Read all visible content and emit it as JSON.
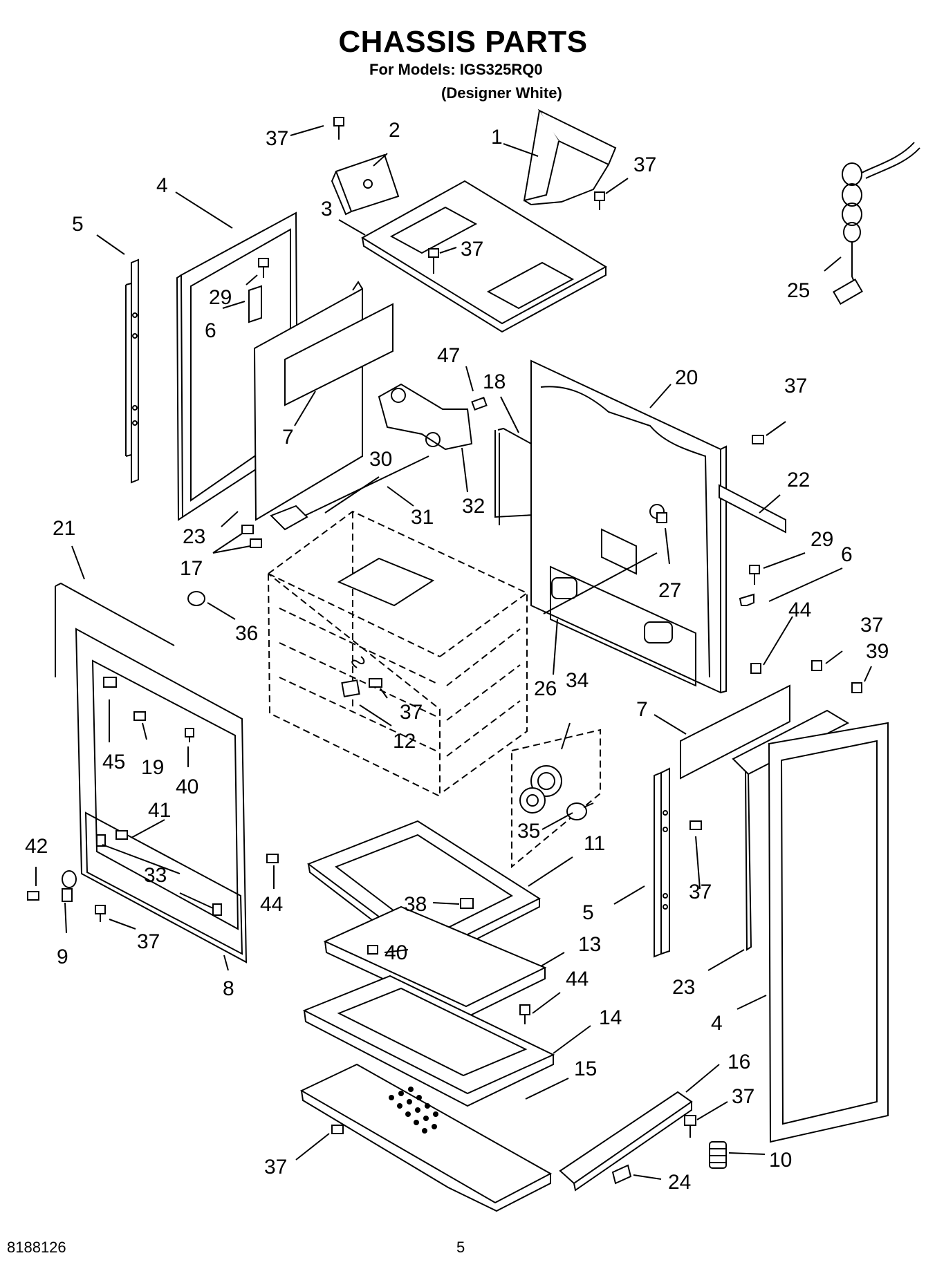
{
  "header": {
    "title": "CHASSIS PARTS",
    "models_line": "For Models: IGS325RQ0",
    "color_line": "(Designer White)"
  },
  "footer": {
    "doc_number": "8188126",
    "page_number": "5"
  },
  "callouts": [
    "37",
    "2",
    "1",
    "37",
    "4",
    "3",
    "37",
    "5",
    "29",
    "6",
    "7",
    "25",
    "47",
    "18",
    "20",
    "37",
    "30",
    "31",
    "32",
    "23",
    "22",
    "17",
    "29",
    "21",
    "6",
    "27",
    "36",
    "44",
    "37",
    "39",
    "37",
    "26",
    "34",
    "12",
    "7",
    "45",
    "19",
    "40",
    "35",
    "11",
    "41",
    "42",
    "33",
    "38",
    "37",
    "5",
    "44",
    "40",
    "13",
    "9",
    "37",
    "8",
    "23",
    "44",
    "14",
    "4",
    "15",
    "16",
    "37",
    "37",
    "24",
    "10"
  ],
  "colors": {
    "ink": "#000000",
    "paper": "#ffffff"
  }
}
